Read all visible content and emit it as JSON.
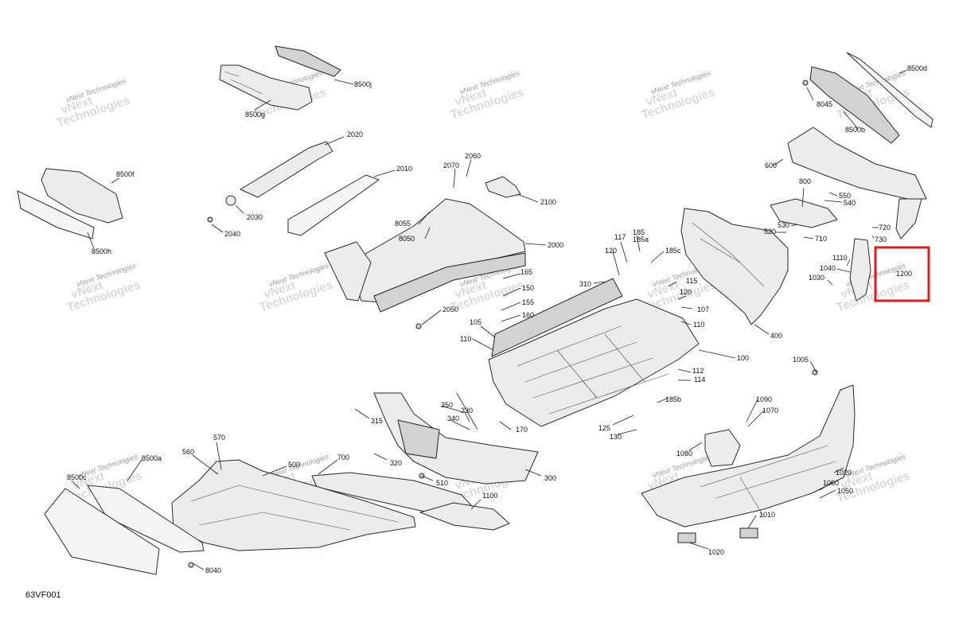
{
  "diagram": {
    "figure_id": "63VF001",
    "watermark": {
      "line1": "vNext",
      "line2": "Technologies",
      "full": "vNext Technologies"
    },
    "highlighted_part": "1200",
    "callouts": [
      "8500j",
      "8500g",
      "8500d",
      "8045",
      "8500b",
      "8500f",
      "8500h",
      "2020",
      "2010",
      "2030",
      "2040",
      "2070",
      "2060",
      "2100",
      "8055",
      "8050",
      "2000",
      "600",
      "550",
      "540",
      "800",
      "720",
      "530",
      "520",
      "710",
      "730",
      "1110",
      "1040",
      "1030",
      "1200",
      "117",
      "185",
      "185a",
      "120",
      "185c",
      "115",
      "120",
      "107",
      "110",
      "310",
      "165",
      "150",
      "155",
      "160",
      "105",
      "110",
      "2050",
      "400",
      "100",
      "112",
      "114",
      "185b",
      "125",
      "130",
      "1005",
      "1090",
      "1070",
      "1080",
      "1020",
      "1050",
      "1060",
      "1010",
      "1020",
      "350",
      "330",
      "340",
      "315",
      "320",
      "170",
      "300",
      "510",
      "500",
      "700",
      "570",
      "560",
      "8500a",
      "8500c",
      "8040",
      "1100"
    ]
  }
}
